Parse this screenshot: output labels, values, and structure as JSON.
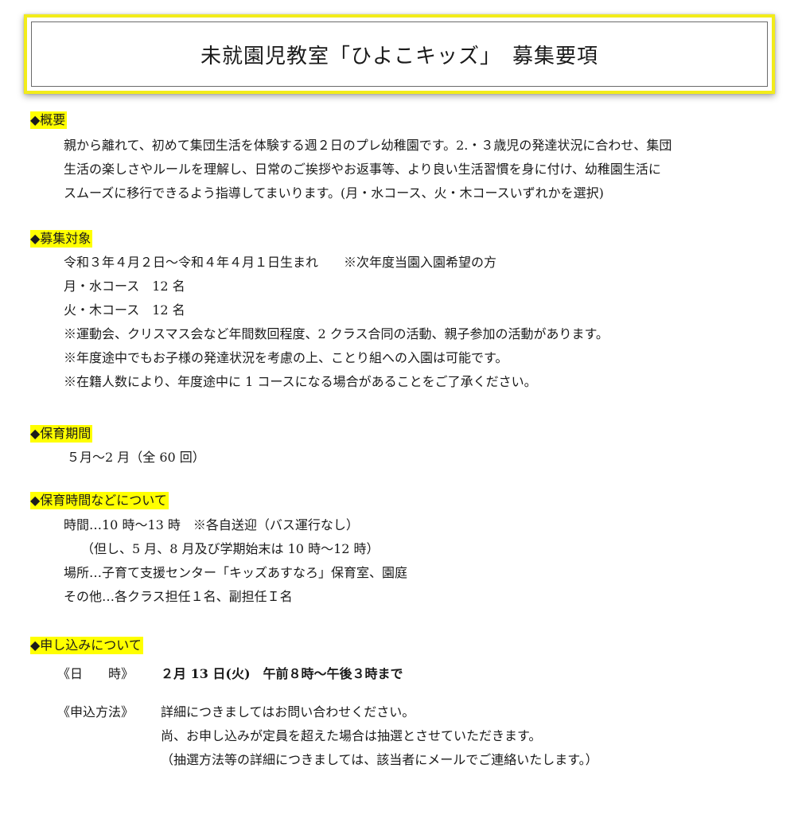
{
  "title": "未就園児教室「ひよこキッズ」　募集要項",
  "overview": {
    "heading": "◆概要",
    "lines": [
      "親から離れて、初めて集団生活を体験する週２日のプレ幼稚園です。2.・３歳児の発達状況に合わせ、集団",
      "生活の楽しさやルールを理解し、日常のご挨拶やお返事等、より良い生活習慣を身に付け、幼稚園生活に",
      "スムーズに移行できるよう指導してまいります。(月・水コース、火・木コースいずれかを選択)"
    ]
  },
  "target": {
    "heading": "◆募集対象",
    "lines": [
      "令和３年４月２日～令和４年４月１日生まれ　　※次年度当園入園希望の方",
      "月・水コース　12 名",
      "火・木コース　12 名",
      "※運動会、クリスマス会など年間数回程度、2 クラス合同の活動、親子参加の活動があります。",
      "※年度途中でもお子様の発達状況を考慮の上、ことり組への入園は可能です。",
      "※在籍人数により、年度途中に 1 コースになる場合があることをご了承ください。"
    ]
  },
  "period": {
    "heading": "◆保育期間",
    "line": "５月～2 月（全 60 回）"
  },
  "hours": {
    "heading": "◆保育時間などについて",
    "line1": "時間…10 時～13 時　※各自送迎（バス運行なし）",
    "line2": "（但し、5 月、8 月及び学期始末は 10 時～12 時）",
    "line3": "場所…子育て支援センター「キッズあすなろ」保育室、園庭",
    "line4": "その他…各クラス担任１名、副担任Ｉ名"
  },
  "application": {
    "heading": "◆申し込みについて",
    "date_label": "《日　　時》",
    "date_value": "２月 13 日(火)　午前８時～午後３時まで",
    "method_label": "《申込方法》",
    "method_lines": [
      "詳細につきましてはお問い合わせください。",
      "尚、お申し込みが定員を超えた場合は抽選とさせていただきます。",
      "（抽選方法等の詳細につきましては、該当者にメールでご連絡いたします。）"
    ]
  }
}
